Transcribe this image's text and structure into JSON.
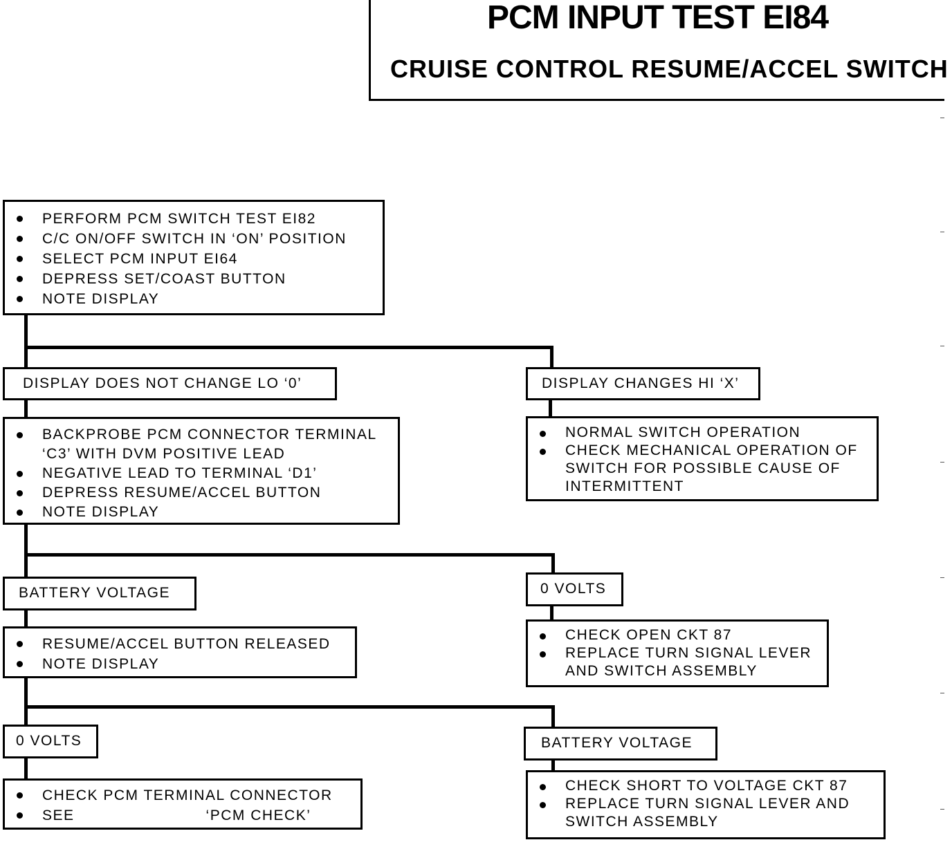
{
  "title": "PCM INPUT TEST EI84",
  "subtitle": "CRUISE CONTROL RESUME/ACCEL SWITCH",
  "steps": {
    "start": [
      "PERFORM PCM SWITCH TEST EI82",
      "C/C ON/OFF SWITCH IN ‘ON’ POSITION",
      "SELECT PCM INPUT EI64",
      "DEPRESS SET/COAST BUTTON",
      "NOTE DISPLAY"
    ],
    "result_no_change": "DISPLAY DOES NOT CHANGE LO ‘0’",
    "result_changes": "DISPLAY CHANGES HI ‘X’",
    "changes_actions": [
      "NORMAL SWITCH OPERATION",
      "CHECK MECHANICAL OPERATION OF SWITCH FOR POSSIBLE CAUSE OF INTERMITTENT"
    ],
    "backprobe": [
      "BACKPROBE PCM CONNECTOR TERMINAL ‘C3’ WITH DVM POSITIVE LEAD",
      "NEGATIVE LEAD TO TERMINAL ‘D1’",
      "DEPRESS RESUME/ACCEL BUTTON",
      "NOTE DISPLAY"
    ],
    "result_battery_1": "BATTERY VOLTAGE",
    "result_zero_1": "0 VOLTS",
    "zero_actions": [
      "CHECK OPEN CKT 87",
      "REPLACE TURN SIGNAL LEVER AND SWITCH ASSEMBLY"
    ],
    "release": [
      "RESUME/ACCEL  BUTTON RELEASED",
      "NOTE DISPLAY"
    ],
    "result_zero_2": "0 VOLTS",
    "result_battery_2": "BATTERY VOLTAGE",
    "pcm_actions": {
      "item1": "CHECK PCM TERMINAL CONNECTOR",
      "item2_prefix": "SEE",
      "item2_suffix": "‘PCM CHECK’"
    },
    "short_actions": [
      "CHECK SHORT TO VOLTAGE CKT 87",
      "REPLACE TURN SIGNAL LEVER AND SWITCH ASSEMBLY"
    ]
  }
}
